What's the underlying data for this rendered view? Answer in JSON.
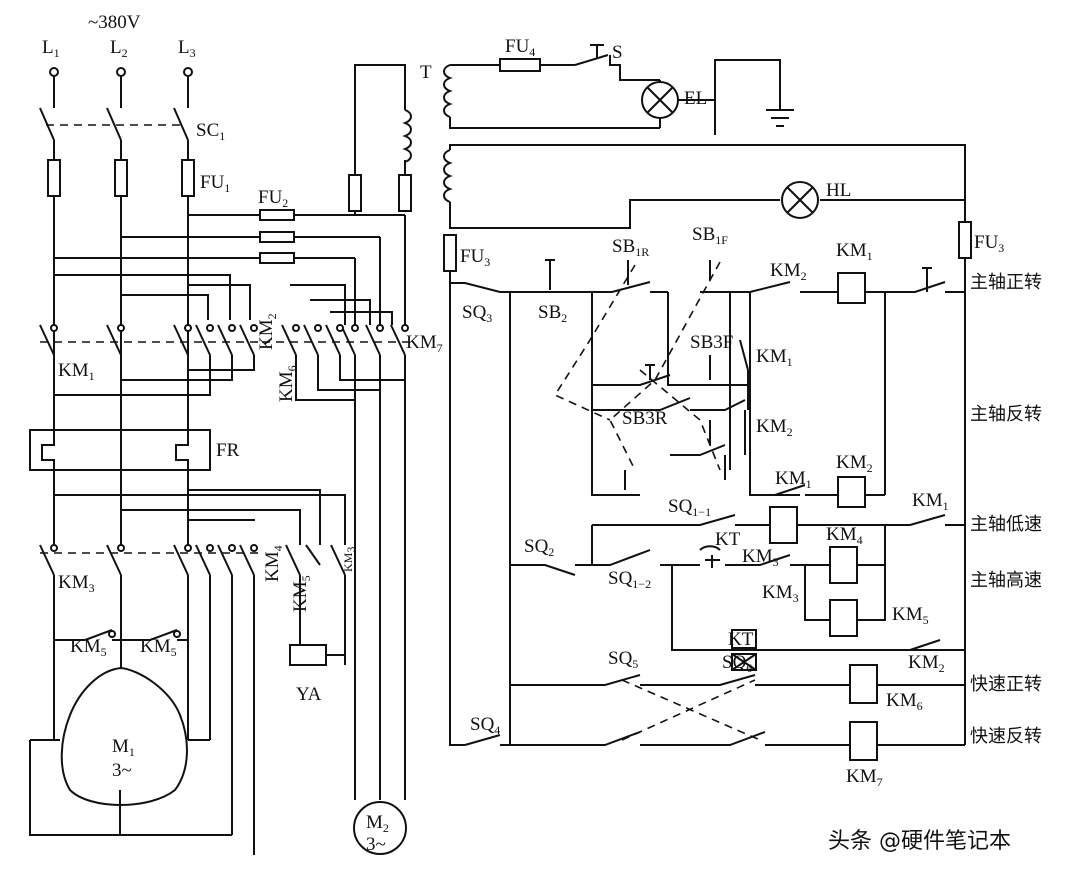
{
  "supply": {
    "voltage": "~380V",
    "phases": [
      {
        "main": "L",
        "sub": "1"
      },
      {
        "main": "L",
        "sub": "2"
      },
      {
        "main": "L",
        "sub": "3"
      }
    ]
  },
  "power": {
    "sc1": {
      "main": "SC",
      "sub": "1"
    },
    "fu1": {
      "main": "FU",
      "sub": "1"
    },
    "fu2": {
      "main": "FU",
      "sub": "2"
    },
    "km1": {
      "main": "KM",
      "sub": "1"
    },
    "km2": {
      "main": "KM",
      "sub": "2"
    },
    "km6": {
      "main": "KM",
      "sub": "6"
    },
    "km7": {
      "main": "KM",
      "sub": "7"
    },
    "fr": "FR",
    "km3": {
      "main": "KM",
      "sub": "3"
    },
    "km4": {
      "main": "KM",
      "sub": "4"
    },
    "km5": {
      "main": "KM",
      "sub": "5"
    },
    "km3b": {
      "main": "KM",
      "sub": "3"
    },
    "km5a": {
      "main": "KM",
      "sub": "5"
    },
    "km5b": {
      "main": "KM",
      "sub": "5"
    },
    "ya": "YA",
    "m1": {
      "main": "M",
      "sub": "1",
      "rating": "3~"
    },
    "m2": {
      "main": "M",
      "sub": "2",
      "rating": "3~"
    },
    "transformer": "T"
  },
  "lighting": {
    "fu4": {
      "main": "FU",
      "sub": "4"
    },
    "switch": "S",
    "lamp": "EL"
  },
  "control": {
    "hl": "HL",
    "fu3a": {
      "main": "FU",
      "sub": "3"
    },
    "fu3b": {
      "main": "FU",
      "sub": "3"
    },
    "sq3": {
      "main": "SQ",
      "sub": "3"
    },
    "sb2": {
      "main": "SB",
      "sub": "2"
    },
    "sb1r": {
      "main": "SB",
      "sub": "1R"
    },
    "sb1f": {
      "main": "SB",
      "sub": "1F"
    },
    "sb3f": "SB3F",
    "sb3r": "SB3R",
    "km2_coil_label": {
      "main": "KM",
      "sub": "2"
    },
    "km1_coil": {
      "main": "KM",
      "sub": "1"
    },
    "km1_aux": {
      "main": "KM",
      "sub": "1"
    },
    "km2_aux": {
      "main": "KM",
      "sub": "2"
    },
    "km1_int": {
      "main": "KM",
      "sub": "1"
    },
    "km2_coil": {
      "main": "KM",
      "sub": "2"
    },
    "sq1_1": {
      "main": "SQ",
      "sub": "1−1"
    },
    "kt": "KT",
    "km1_r": {
      "main": "KM",
      "sub": "1"
    },
    "sq2": {
      "main": "SQ",
      "sub": "2"
    },
    "sq1_2": {
      "main": "SQ",
      "sub": "1−2"
    },
    "km3_c": {
      "main": "KM",
      "sub": "3"
    },
    "km4_coil": {
      "main": "KM",
      "sub": "4"
    },
    "km3_aux": {
      "main": "KM",
      "sub": "3"
    },
    "km5_coil": {
      "main": "KM",
      "sub": "5"
    },
    "kt_coil": "KT",
    "sq6": {
      "main": "SQ",
      "sub": "6"
    },
    "km2_r": {
      "main": "KM",
      "sub": "2"
    },
    "sq5": {
      "main": "SQ",
      "sub": "5"
    },
    "km6_coil": {
      "main": "KM",
      "sub": "6"
    },
    "sq4": {
      "main": "SQ",
      "sub": "4"
    },
    "km7_coil": {
      "main": "KM",
      "sub": "7"
    }
  },
  "functions": [
    "主轴正转",
    "主轴反转",
    "主轴低速",
    "主轴高速",
    "快速正转",
    "快速反转"
  ],
  "watermark": "头条 @硬件笔记本"
}
